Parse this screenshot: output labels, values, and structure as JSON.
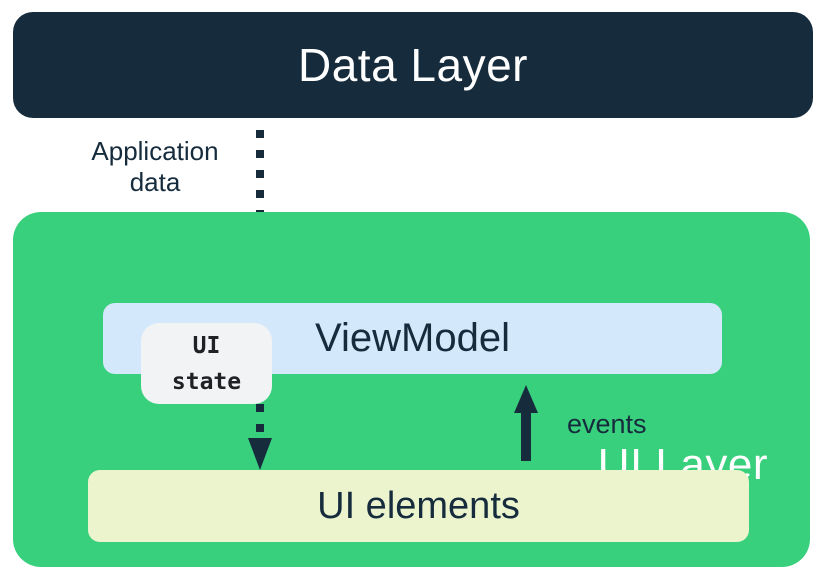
{
  "colors": {
    "navy": "#162C3D",
    "green": "#39D07D",
    "light-blue": "#D4E8FB",
    "chip-gray": "#F1F3F4",
    "pale-yellow": "#ECF4CE",
    "chip-text": "#202124",
    "white": "#FFFFFF"
  },
  "diagram": {
    "data_layer": {
      "label": "Data Layer"
    },
    "ui_layer": {
      "label": "UI Layer"
    },
    "viewmodel": {
      "label": "ViewModel"
    },
    "ui_state_chip": {
      "line1": "UI",
      "line2": "state"
    },
    "ui_elements": {
      "label": "UI elements"
    },
    "arrows": {
      "application_data": {
        "label_line1": "Application",
        "label_line2": "data",
        "style": "dotted",
        "direction": "down",
        "from": "Data Layer",
        "to": "ViewModel"
      },
      "ui_state_flow": {
        "style": "dotted",
        "direction": "down",
        "from": "ViewModel",
        "to": "UI elements"
      },
      "events": {
        "label": "events",
        "style": "solid",
        "direction": "up",
        "from": "UI elements",
        "to": "ViewModel"
      }
    }
  }
}
